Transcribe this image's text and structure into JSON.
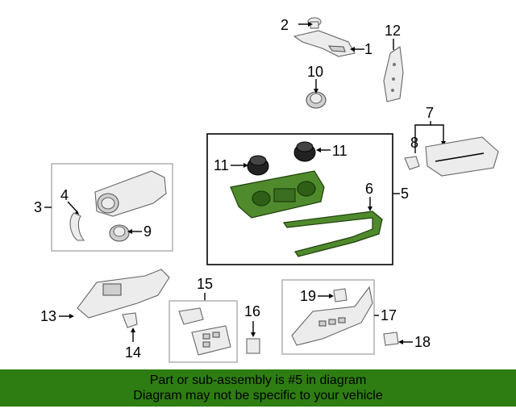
{
  "callouts": {
    "c1": "1",
    "c2": "2",
    "c3": "3",
    "c4": "4",
    "c5": "5",
    "c6": "6",
    "c7": "7",
    "c8": "8",
    "c9": "9",
    "c10": "10",
    "c11a": "11",
    "c11b": "11",
    "c12": "12",
    "c13": "13",
    "c14": "14",
    "c15": "15",
    "c16": "16",
    "c17": "17",
    "c18": "18",
    "c19": "19"
  },
  "banner": {
    "line1": "Part or sub-assembly is #5 in diagram",
    "line2": "Diagram may not be specific to your vehicle"
  },
  "colors": {
    "highlight_part": "#4f8a2c",
    "banner_bg": "#2e7d12"
  }
}
